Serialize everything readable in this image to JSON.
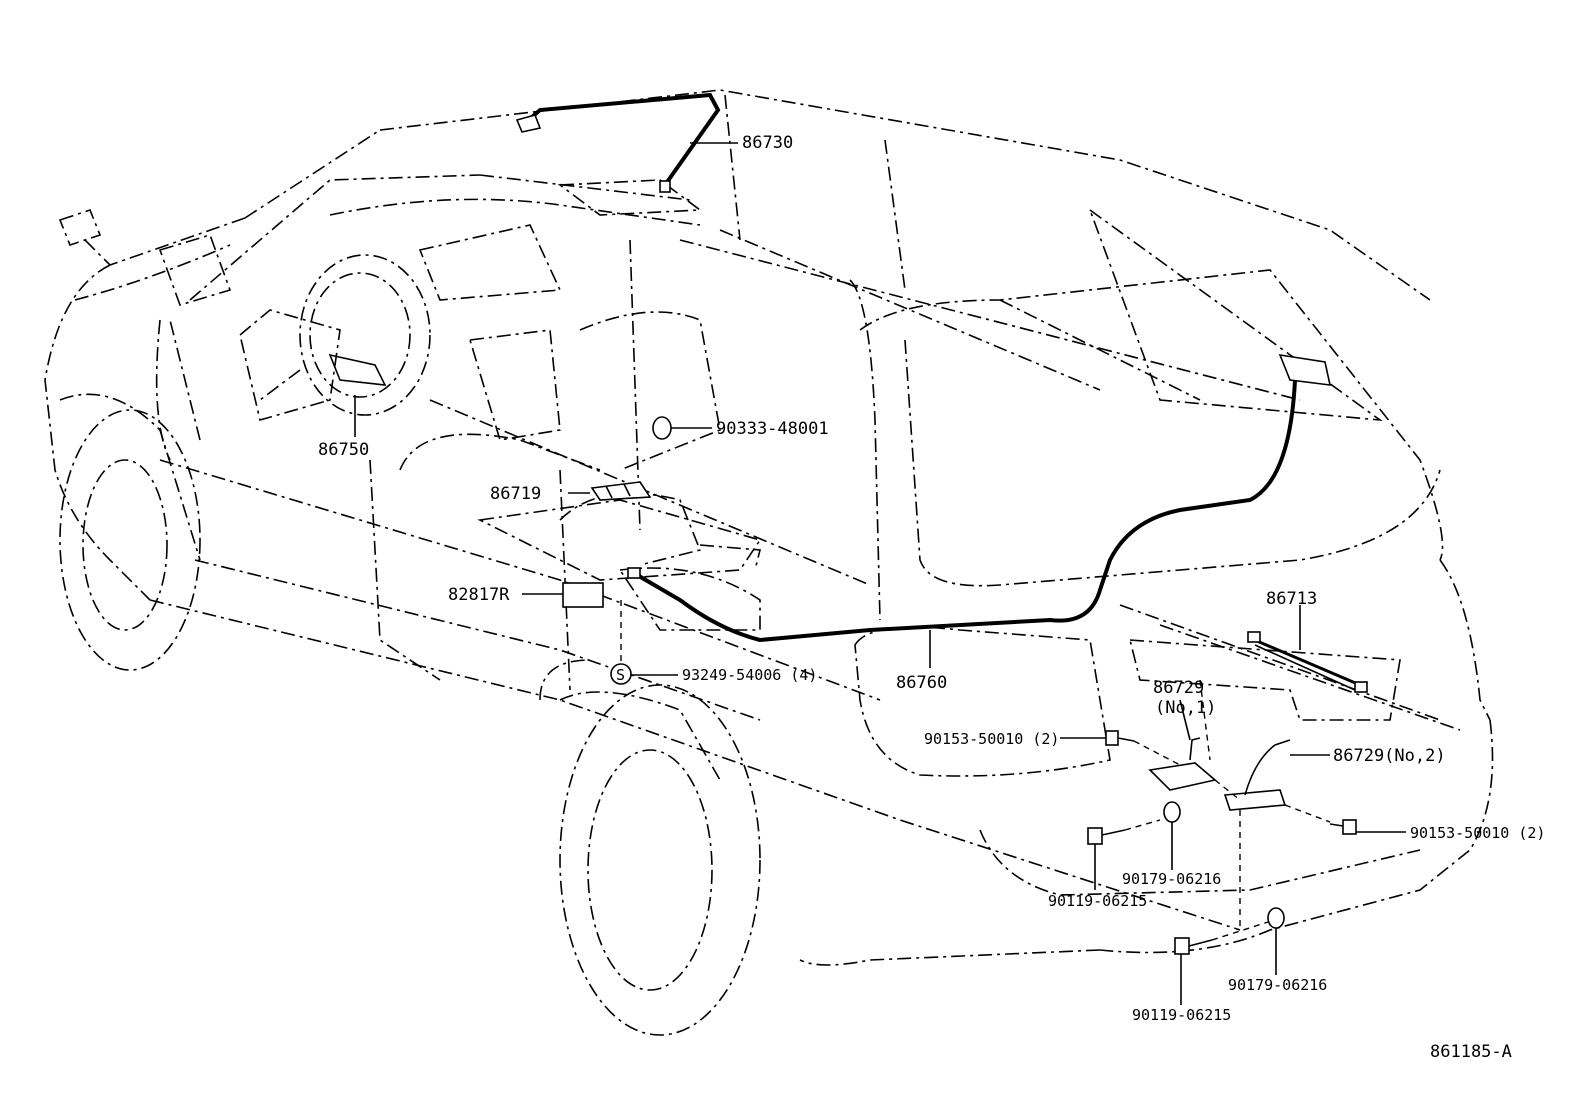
{
  "diagram": {
    "drawing_code": "861185-A",
    "parts": [
      {
        "key": "p86730",
        "code": "86730"
      },
      {
        "key": "p86750",
        "code": "86750"
      },
      {
        "key": "p90333",
        "code": "90333-48001"
      },
      {
        "key": "p86719",
        "code": "86719"
      },
      {
        "key": "p82817",
        "code": "82817R"
      },
      {
        "key": "p93249",
        "code": "93249-54006 (4)"
      },
      {
        "key": "p86760",
        "code": "86760"
      },
      {
        "key": "p86713",
        "code": "86713"
      },
      {
        "key": "p86729a",
        "code": "86729"
      },
      {
        "key": "p86729a_sub",
        "code": "(No,1)"
      },
      {
        "key": "p86729b",
        "code": "86729(No,2)"
      },
      {
        "key": "p90153a",
        "code": "90153-50010 (2)"
      },
      {
        "key": "p90153b",
        "code": "90153-50010 (2)"
      },
      {
        "key": "p90179a",
        "code": "90179-06216"
      },
      {
        "key": "p90119a",
        "code": "90119-06215"
      },
      {
        "key": "p90179b",
        "code": "90179-06216"
      },
      {
        "key": "p90119b",
        "code": "90119-06215"
      }
    ],
    "symbol_s": "S"
  }
}
